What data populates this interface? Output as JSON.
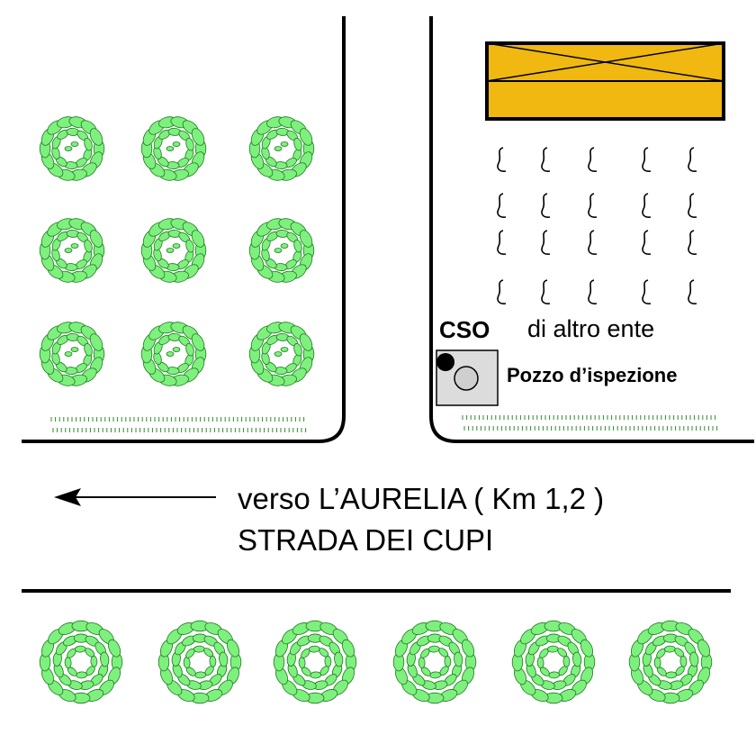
{
  "labels": {
    "cso": "CSO",
    "cso_note": "di altro ente",
    "pozzo": "Pozzo d’ispezione",
    "road_direction": "verso L’AURELIA  ( Km 1,2 )",
    "road_name": "STRADA  DEI  CUPI"
  },
  "colors": {
    "tree_leaf": "#7ef07e",
    "tree_outline": "#1f7a1f",
    "building_fill": "#f0b810",
    "manhole_fill": "#dcdcdc",
    "line": "#000000"
  },
  "icons": {
    "tree": "tree-icon",
    "vine": "vine-plant-icon",
    "grass": "grass-border-icon",
    "building": "building-icon",
    "cso_point": "cso-point-icon",
    "manhole": "manhole-icon",
    "arrow": "arrow-left-icon"
  }
}
